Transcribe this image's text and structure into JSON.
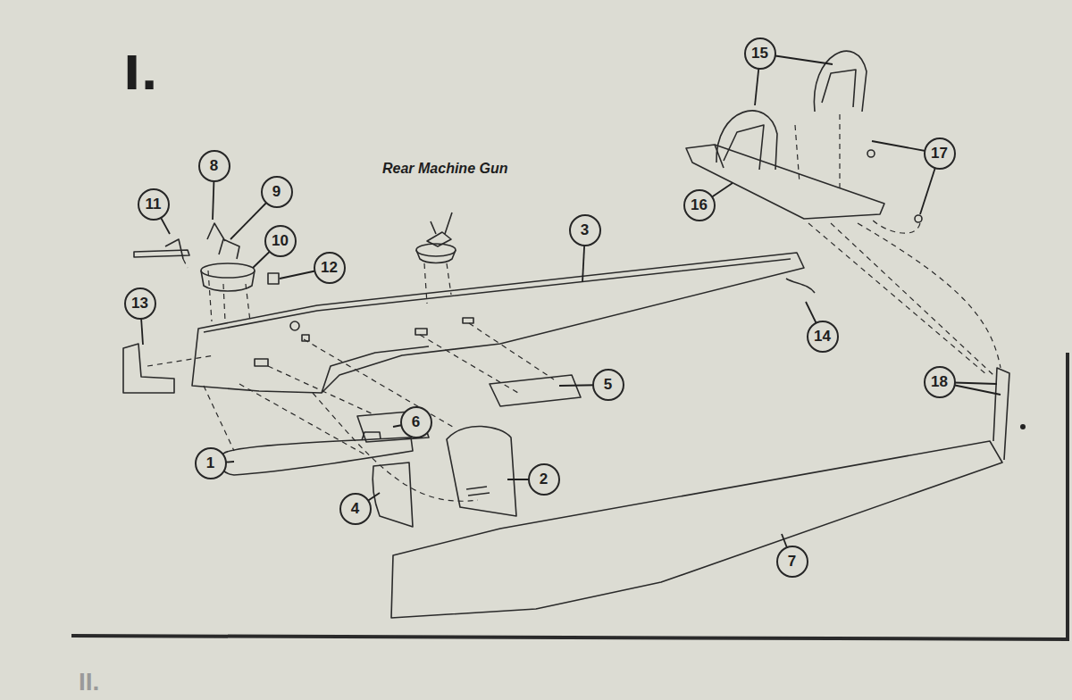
{
  "diagram": {
    "title": "I.",
    "nodes": [
      {
        "text": [
          "15"
        ]
      },
      {
        "text": [
          "8"
        ]
      },
      {
        "text": [
          "17"
        ]
      },
      {
        "text": [
          "11"
        ]
      },
      {
        "text": [
          "9"
        ]
      },
      {
        "text": [
          "16"
        ]
      },
      {
        "text": [
          "3"
        ]
      },
      {
        "text": [
          "10"
        ]
      },
      {
        "text": [
          "12"
        ]
      },
      {
        "text": [
          "13"
        ]
      },
      {
        "text": [
          "14"
        ]
      },
      {
        "text": [
          "18"
        ]
      },
      {
        "text": [
          "5"
        ]
      },
      {
        "text": [
          "6"
        ]
      },
      {
        "text": [
          "1"
        ]
      },
      {
        "text": [
          "2"
        ]
      },
      {
        "text": [
          "4"
        ]
      },
      {
        "text": [
          "7"
        ]
      }
    ],
    "labels": [
      "Rear Machine Gun",
      "II."
    ]
  }
}
